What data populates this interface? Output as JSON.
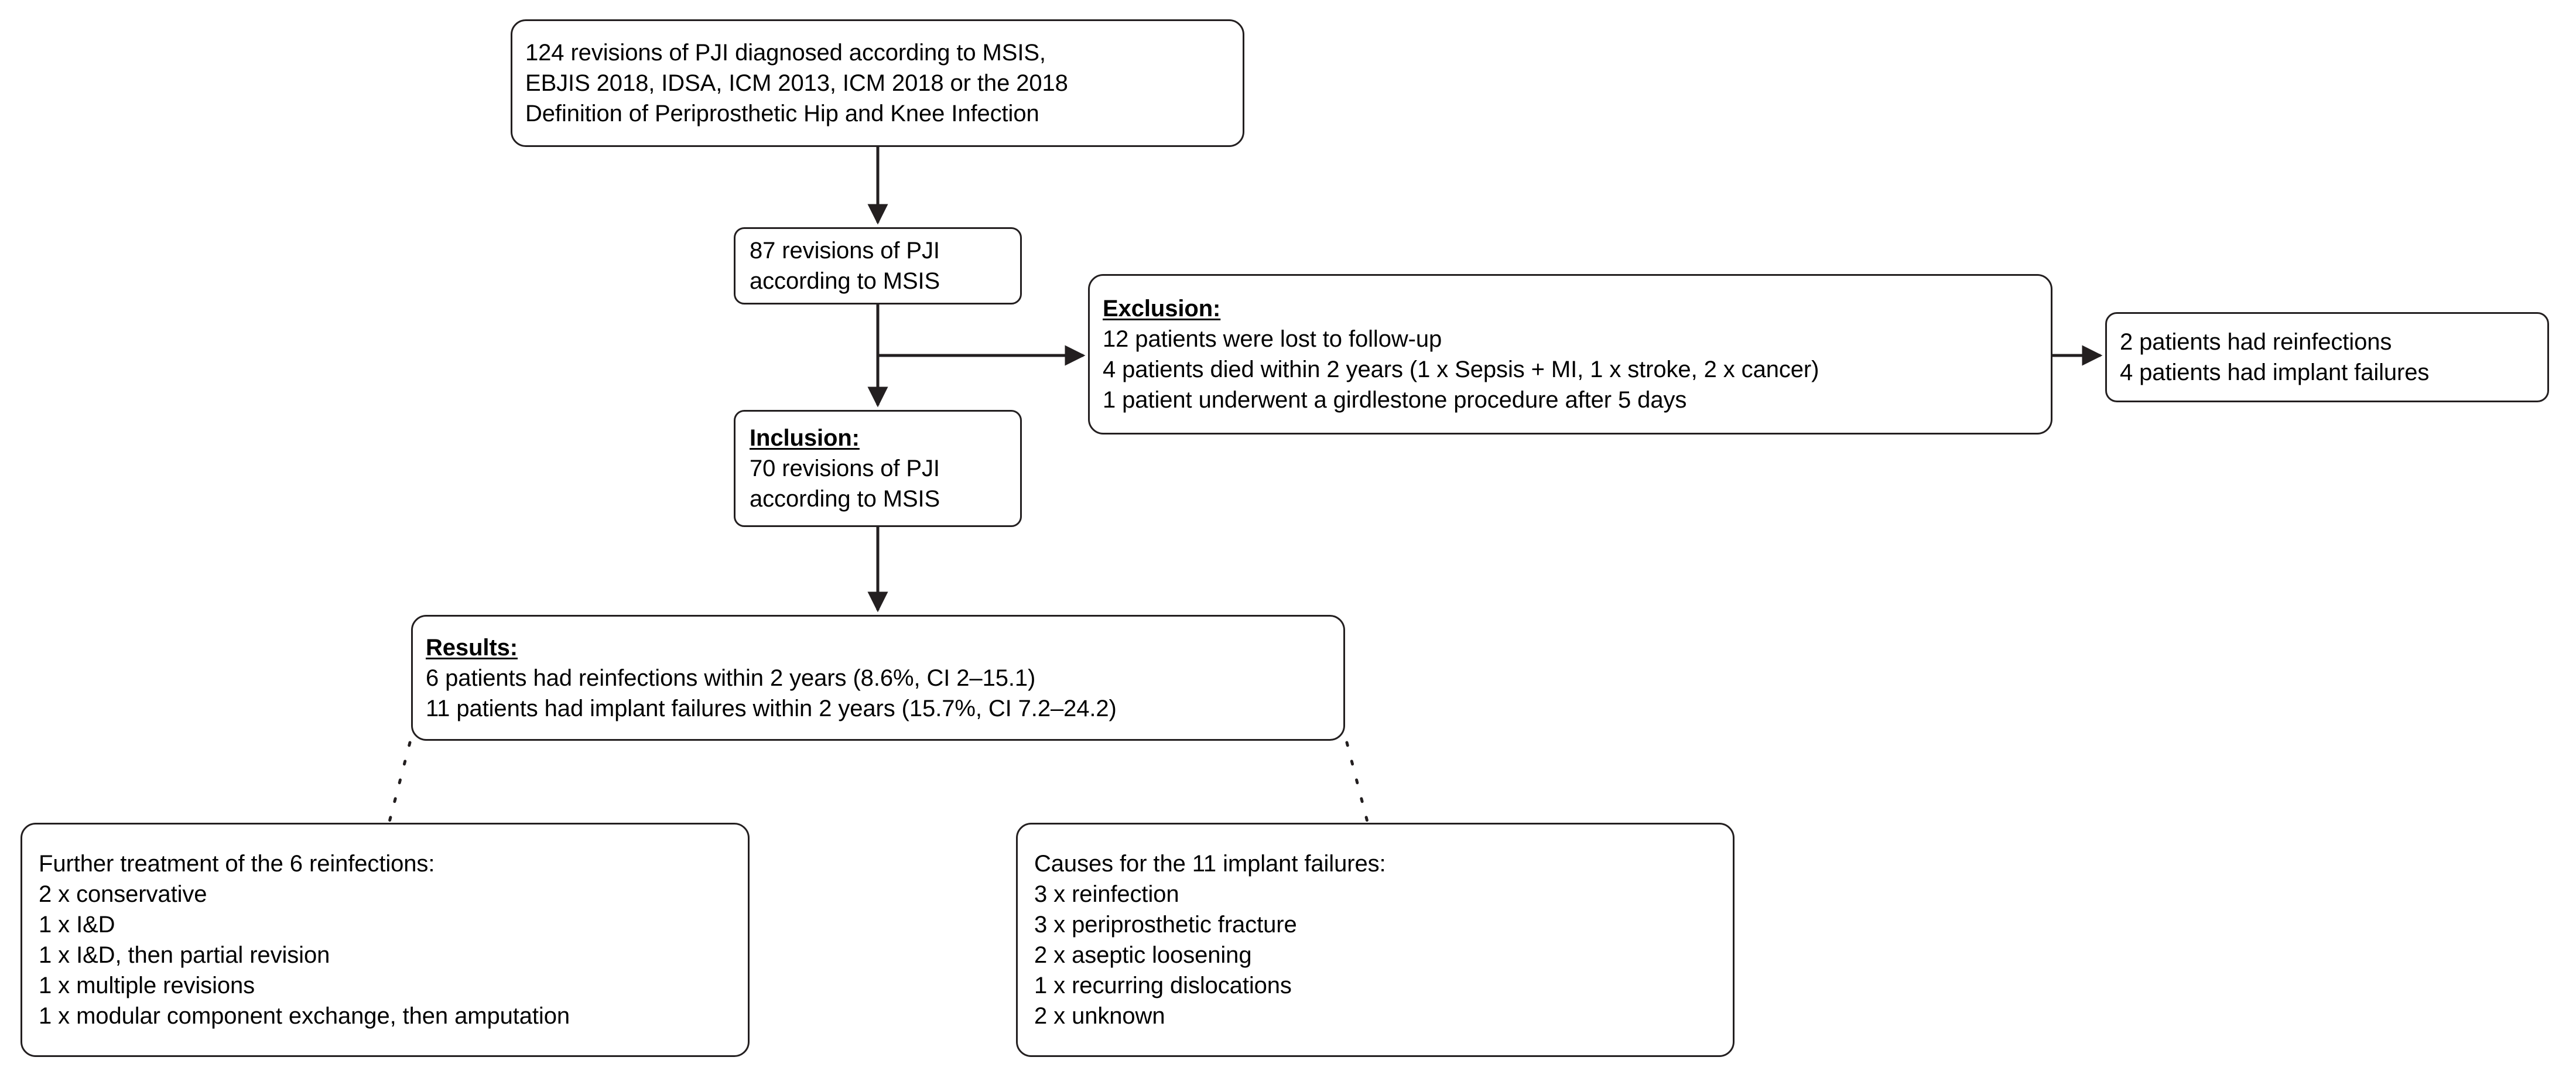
{
  "diagram": {
    "title": "PJI revision study flow chart",
    "stroke_color": "#231f20",
    "background_color": "#ffffff"
  },
  "nodes": {
    "cohort_total": {
      "lines": [
        "124 revisions of PJI diagnosed according to MSIS,",
        "EBJIS 2018, IDSA, ICM 2013, ICM 2018 or the 2018",
        "Definition of Periprosthetic Hip and Knee Infection"
      ]
    },
    "msis_87": {
      "lines": [
        "87 revisions of PJI",
        "according to MSIS"
      ]
    },
    "exclusion": {
      "heading": "Exclusion:",
      "lines": [
        "12 patients were lost to follow-up",
        "4 patients died within 2 years (1 x Sepsis + MI, 1 x stroke, 2 x cancer)",
        "1 patient underwent a girdlestone procedure after 5 days"
      ]
    },
    "excluded_outcomes": {
      "lines": [
        "2 patients had reinfections",
        "4 patients had implant failures"
      ]
    },
    "inclusion": {
      "heading": "Inclusion:",
      "lines": [
        "70 revisions of PJI",
        "according to MSIS"
      ]
    },
    "results": {
      "heading": "Results:",
      "lines": [
        "6 patients had reinfections within 2 years (8.6%, CI 2–15.1)",
        "11 patients had implant failures within 2 years (15.7%, CI 7.2–24.2)"
      ]
    },
    "reinfection_treatment": {
      "lines": [
        "Further treatment of the 6 reinfections:",
        "2 x conservative",
        "1 x I&D",
        "1 x I&D, then partial revision",
        "1 x multiple revisions",
        "1 x modular component exchange, then amputation"
      ]
    },
    "implant_failure_causes": {
      "lines": [
        "Causes for the 11 implant failures:",
        "3 x reinfection",
        "3 x periprosthetic fracture",
        "2 x aseptic loosening",
        "1 x recurring dislocations",
        "2 x unknown"
      ]
    }
  }
}
